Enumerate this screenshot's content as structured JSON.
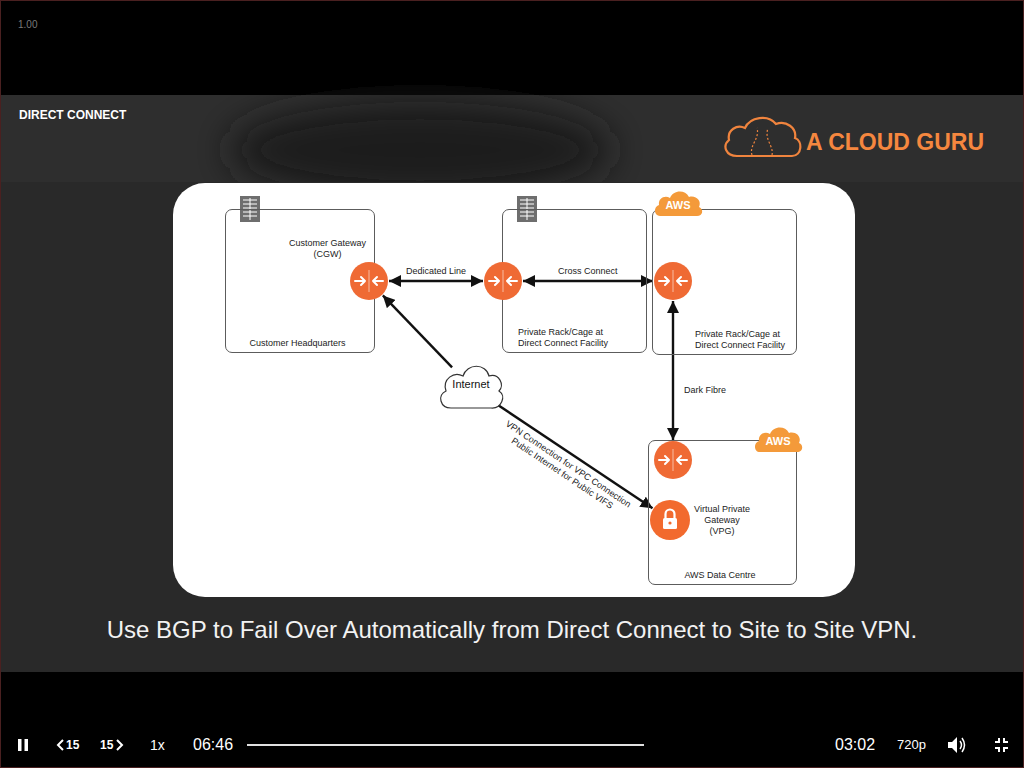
{
  "diagram": {
    "title": "DIRECT CONNECT",
    "caption": "Use BGP to Fail Over Automatically from Direct Connect to Site to Site VPN.",
    "nodes": [
      {
        "text": [
          "Customer Headquarters"
        ]
      },
      {
        "text": [
          "Customer Gateway (CGW)"
        ],
        "in": 0
      },
      {
        "text": [
          "Private Rack/Cage at Direct Connect Facility"
        ]
      },
      {
        "text": [
          "Private Rack/Cage at Direct Connect Facility"
        ]
      },
      {
        "text": [
          "AWS"
        ],
        "in": 3
      },
      {
        "text": [
          "Internet"
        ]
      },
      {
        "text": [
          "AWS Data Centre"
        ]
      },
      {
        "text": [
          "AWS"
        ],
        "in": 6
      },
      {
        "text": [
          "Virtual Private Gateway (VPG)"
        ],
        "in": 6
      }
    ],
    "edges": [
      {
        "from": 1,
        "to": 2,
        "arrow": "both",
        "label": "Dedicated Line"
      },
      {
        "from": 2,
        "to": 3,
        "arrow": "both",
        "label": "Cross Connect"
      },
      {
        "from": 3,
        "to": 6,
        "arrow": "both",
        "label": "Dark Fibre"
      },
      {
        "from": 5,
        "to": 1,
        "arrow": "to"
      },
      {
        "from": 5,
        "to": 8,
        "arrow": "to",
        "label": "VPN Connection for VPC Connection Public Internet for Public VIFS"
      }
    ],
    "labels": [
      "1.00",
      "A CLOUD GURU",
      "15",
      "15",
      "1x",
      "06:46",
      "03:02",
      "720p"
    ]
  }
}
